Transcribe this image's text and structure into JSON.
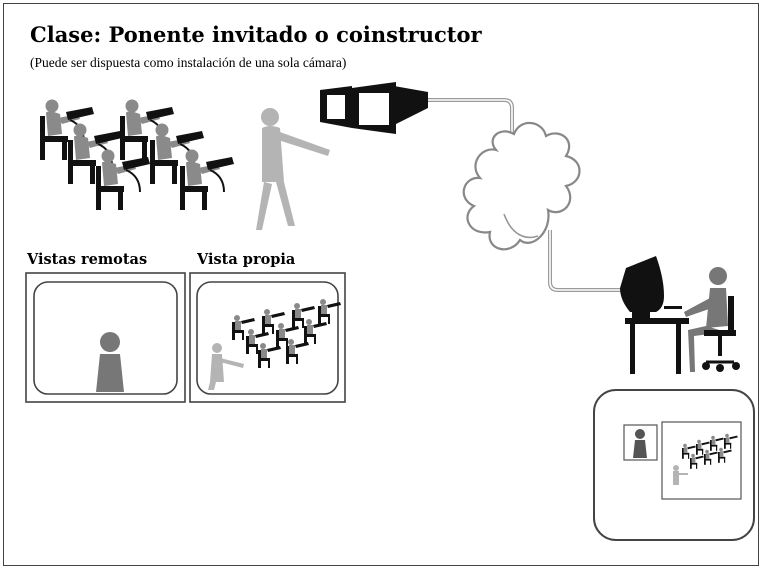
{
  "title": "Clase: Ponente invitado o coinstructor",
  "subtitle": "(Puede ser dispuesta como instalación de una sola cámara)",
  "panels": {
    "remote_views_label": "Vistas remotas",
    "self_view_label": "Vista propia"
  },
  "colors": {
    "ink": "#111111",
    "desk_gray": "#555555",
    "figure_gray": "#8a8a8a",
    "presenter_light": "#b4b4b4",
    "cable": "#9a9a9a",
    "border": "#444444"
  }
}
